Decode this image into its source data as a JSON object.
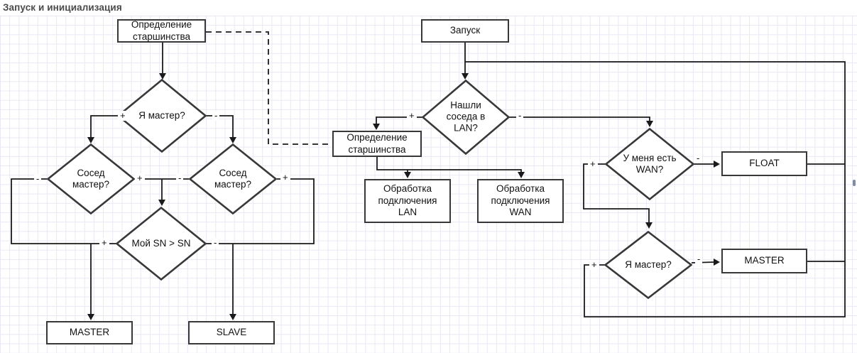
{
  "title": "Запуск и инициализация",
  "nodes": {
    "opredelenie_top": {
      "label": "Определение старшинства",
      "type": "process"
    },
    "ya_master_left": {
      "label": "Я мастер?",
      "type": "decision"
    },
    "sosed_master_left": {
      "label": "Сосед мастер?",
      "type": "decision"
    },
    "sosed_master_right": {
      "label": "Сосед мастер?",
      "type": "decision"
    },
    "moy_sn": {
      "label": "Мой SN > SN",
      "type": "decision"
    },
    "master_left": {
      "label": "MASTER",
      "type": "process"
    },
    "slave": {
      "label": "SLAVE",
      "type": "process"
    },
    "zapusk": {
      "label": "Запуск",
      "type": "process"
    },
    "nashli_soseda": {
      "label": "Нашли соседа в LAN?",
      "type": "decision"
    },
    "opredelenie_mid": {
      "label": "Определение старшинства",
      "type": "process"
    },
    "obrabotka_lan": {
      "label": "Обработка подключения LAN",
      "type": "process"
    },
    "obrabotka_wan": {
      "label": "Обработка подключения WAN",
      "type": "process"
    },
    "u_menya_wan": {
      "label": "У меня есть WAN?",
      "type": "decision"
    },
    "float": {
      "label": "FLOAT",
      "type": "process"
    },
    "ya_master_right": {
      "label": "Я мастер?",
      "type": "decision"
    },
    "master_right": {
      "label": "MASTER",
      "type": "process"
    }
  },
  "edge_labels": {
    "ya_master_left_plus": "+",
    "ya_master_left_minus": "-",
    "sosed_left_minus": "-",
    "sosed_left_plus": "+",
    "sosed_right_minus": "-",
    "sosed_right_plus": "+",
    "moy_sn_plus": "+",
    "moy_sn_minus": "-",
    "nashli_plus": "+",
    "nashli_minus": "-",
    "wan_plus": "+",
    "wan_minus": "-",
    "ya_master_right_plus": "+",
    "ya_master_right_minus": "-"
  },
  "colors": {
    "shape_border": "#383838",
    "connector": "#1a1a1a",
    "grid_line": "#e8e8f4",
    "title_text": "#4a4a4a",
    "canvas_bg": "#ffffff",
    "handle_dot": "#7d8ca3"
  }
}
